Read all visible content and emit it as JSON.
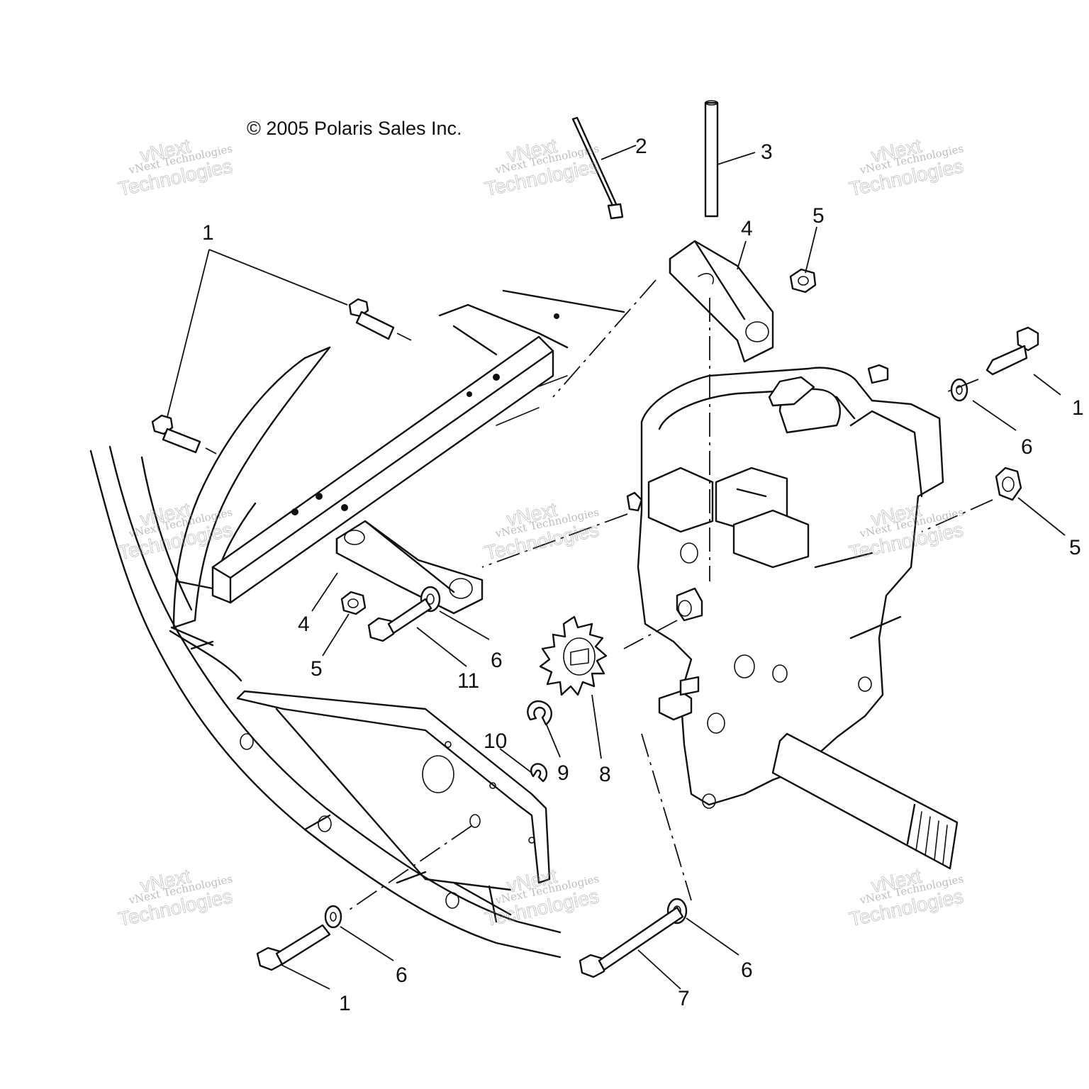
{
  "copyright": "© 2005 Polaris Sales Inc.",
  "watermark": {
    "line_small": "vNext Technologies",
    "line_big_top": "vNext",
    "line_big_bottom": "Technologies"
  },
  "callouts": {
    "c1_top_left": "1",
    "c2": "2",
    "c3": "3",
    "c4_top": "4",
    "c5_top": "5",
    "c1_right": "1",
    "c6_right": "6",
    "c5_right": "5",
    "c4_mid": "4",
    "c5_mid": "5",
    "c6_mid": "6",
    "c11": "11",
    "c10": "10",
    "c9": "9",
    "c8": "8",
    "c6_bottom_left": "6",
    "c1_bottom": "1",
    "c7": "7",
    "c6_bottom_right": "6"
  }
}
